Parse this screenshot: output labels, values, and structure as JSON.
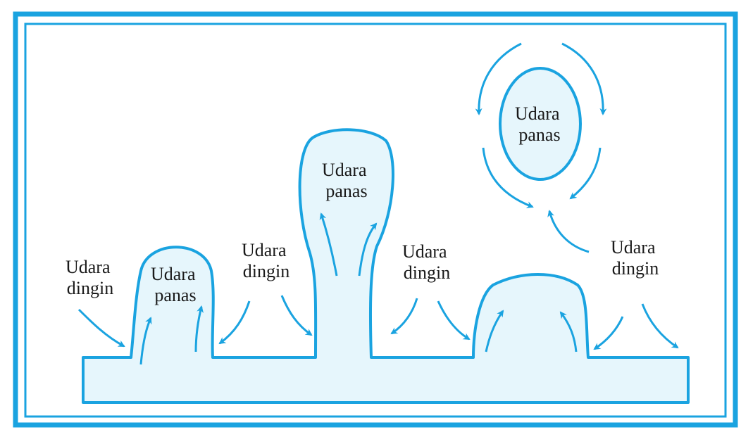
{
  "colors": {
    "accent": "#1aa3e0",
    "fill": "#e6f6fc",
    "background": "#ffffff",
    "text": "#1a1a1a"
  },
  "labels": {
    "warm_left": {
      "line1": "Udara",
      "line2": "panas"
    },
    "warm_center": {
      "line1": "Udara",
      "line2": "panas"
    },
    "warm_detached": {
      "line1": "Udara",
      "line2": "panas"
    },
    "cool_far_left": {
      "line1": "Udara",
      "line2": "dingin"
    },
    "cool_mid_left": {
      "line1": "Udara",
      "line2": "dingin"
    },
    "cool_mid_right": {
      "line1": "Udara",
      "line2": "dingin"
    },
    "cool_far_right": {
      "line1": "Udara",
      "line2": "dingin"
    }
  }
}
